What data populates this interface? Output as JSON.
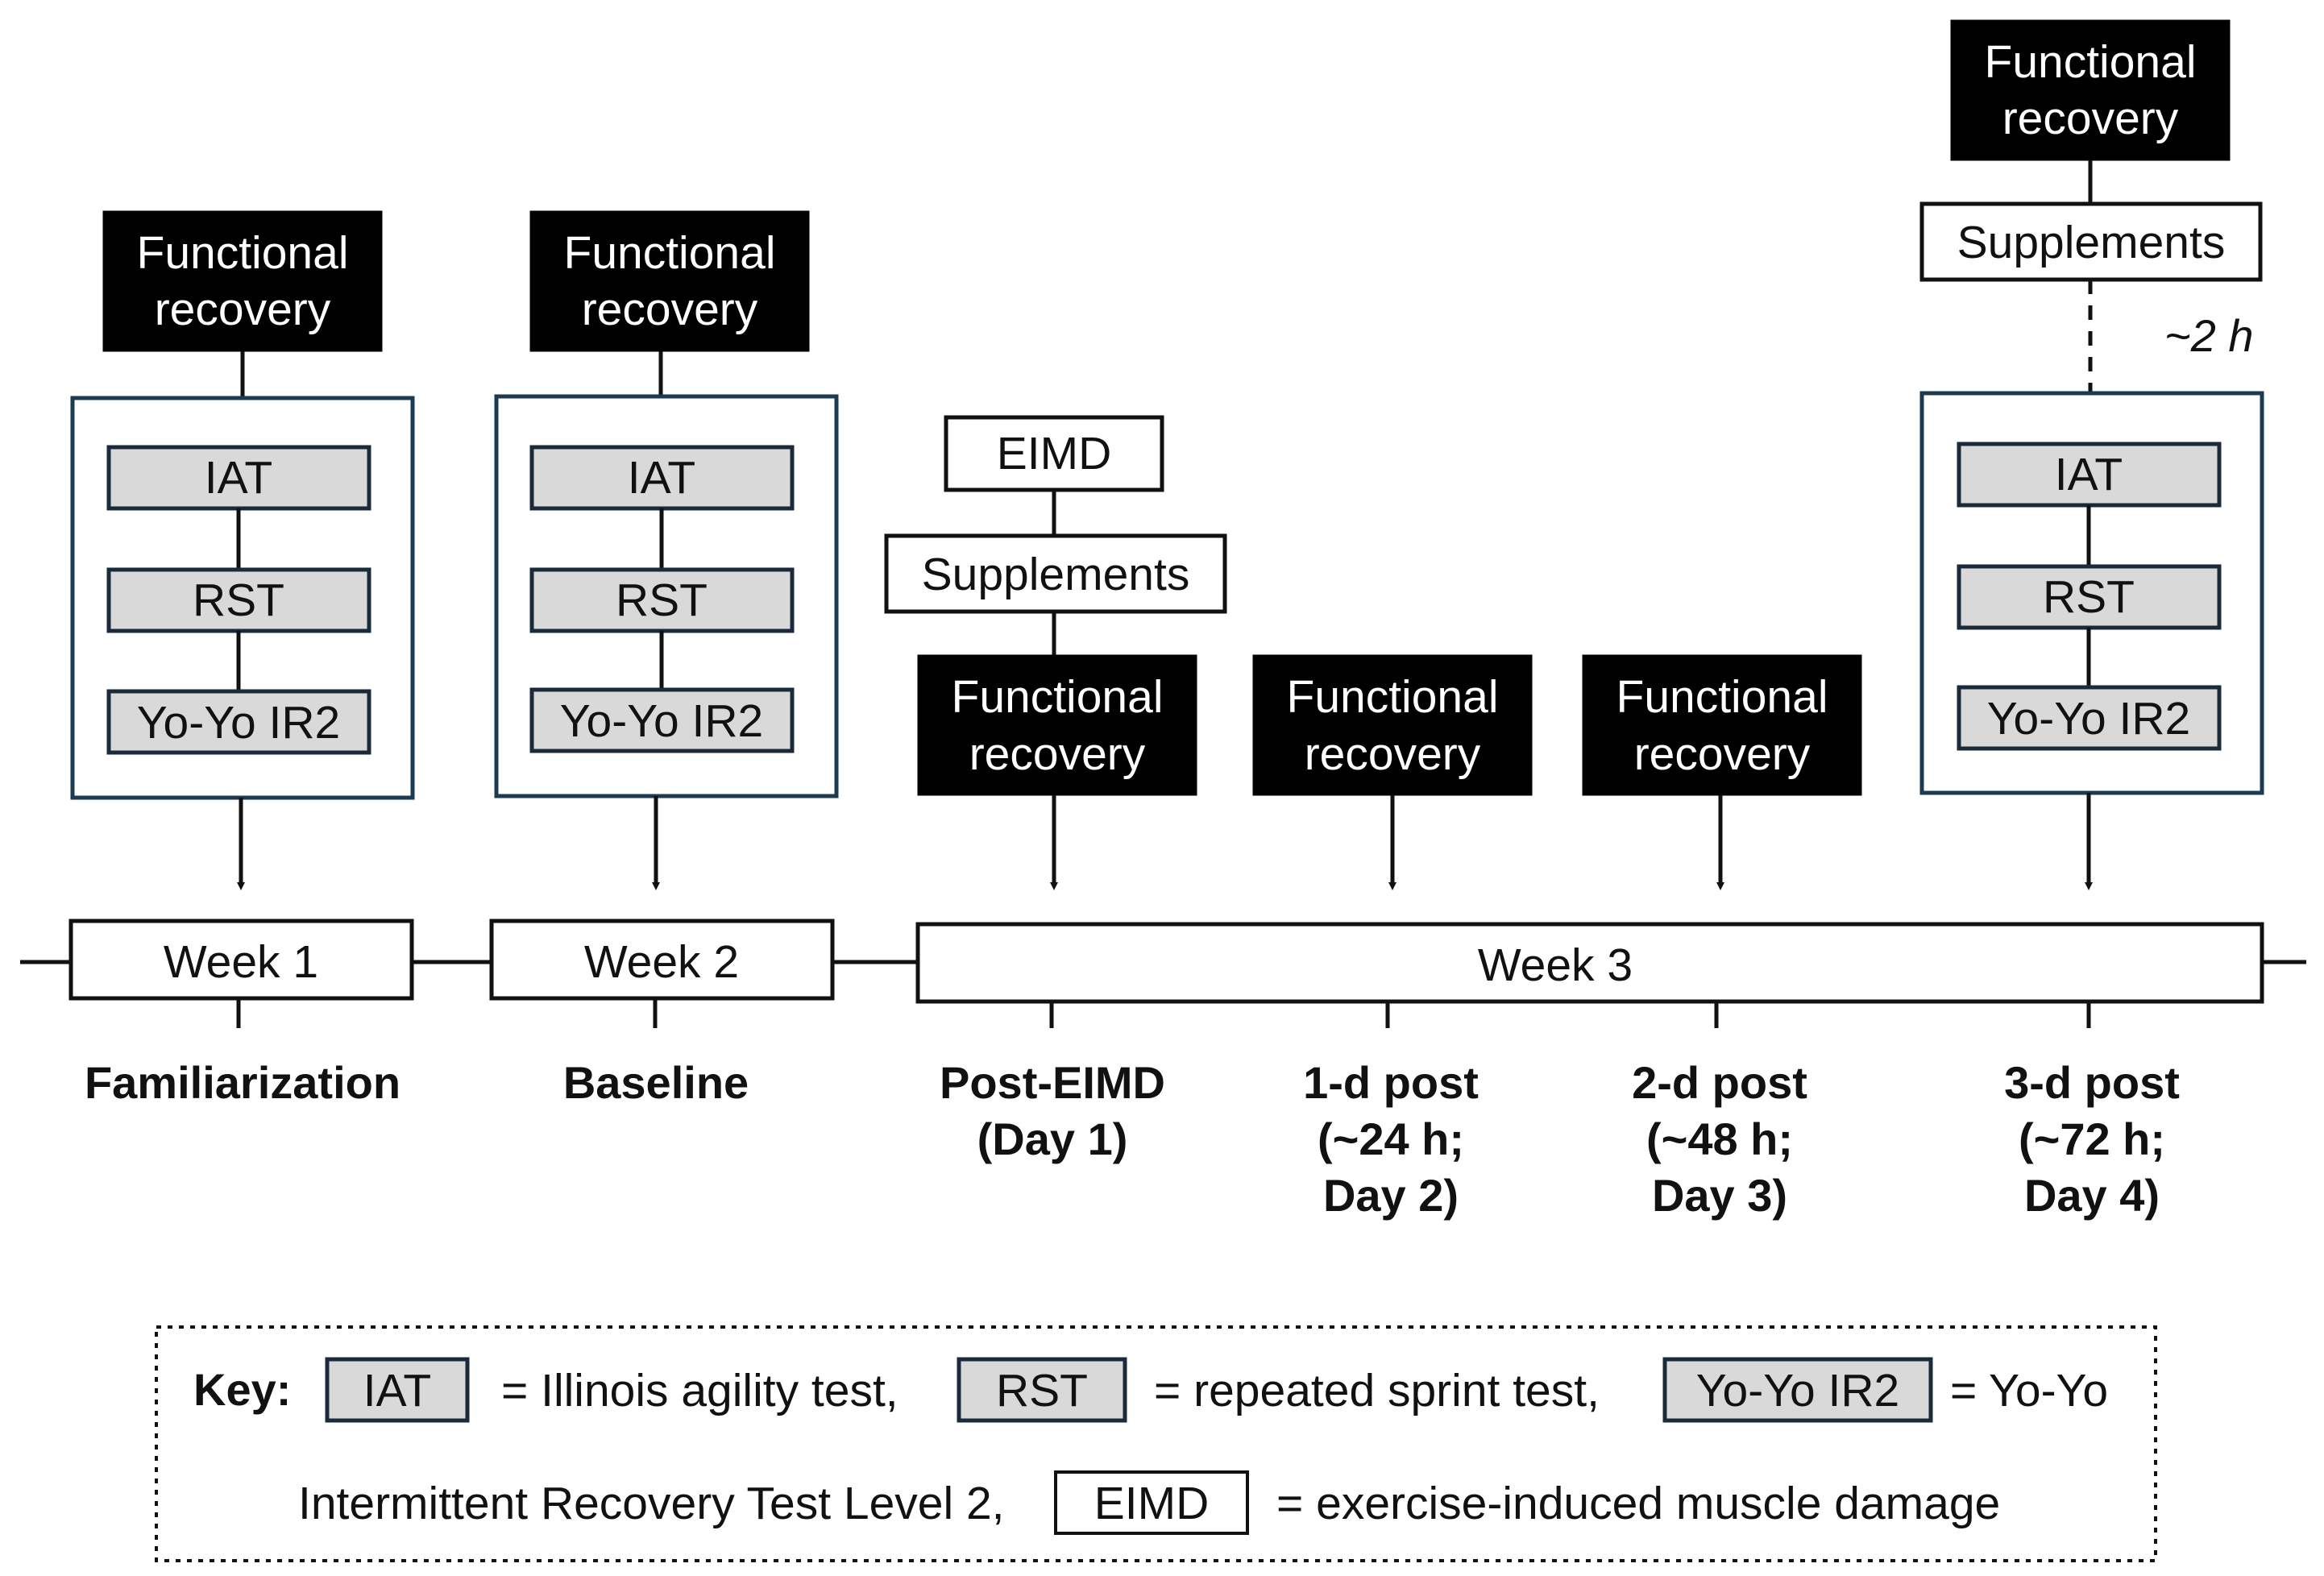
{
  "labels": {
    "functional_recovery_line1": "Functional",
    "functional_recovery_line2": "recovery",
    "iat": "IAT",
    "rst": "RST",
    "yoyo": "Yo-Yo IR2",
    "eimd": "EIMD",
    "supplements": "Supplements",
    "two_hours": "~2 h"
  },
  "timeline": {
    "week1": "Week 1",
    "week2": "Week 2",
    "week3": "Week 3"
  },
  "phases": {
    "familiarization": "Familiarization",
    "baseline": "Baseline",
    "post_eimd_line1": "Post-EIMD",
    "post_eimd_line2": "(Day 1)",
    "d1_line1": "1-d post",
    "d1_line2": "(~24 h;",
    "d1_line3": "Day 2)",
    "d2_line1": "2-d post",
    "d2_line2": "(~48 h;",
    "d2_line3": "Day 3)",
    "d3_line1": "3-d post",
    "d3_line2": "(~72 h;",
    "d3_line3": "Day 4)"
  },
  "key": {
    "title": "Key:",
    "iat_def": "=  Illinois agility test,",
    "rst_def": "=  repeated sprint test,",
    "yoyo_def": "=  Yo-Yo",
    "line2_text": "Intermittent Recovery Test Level 2,",
    "eimd_def": "=  exercise-induced muscle damage"
  }
}
